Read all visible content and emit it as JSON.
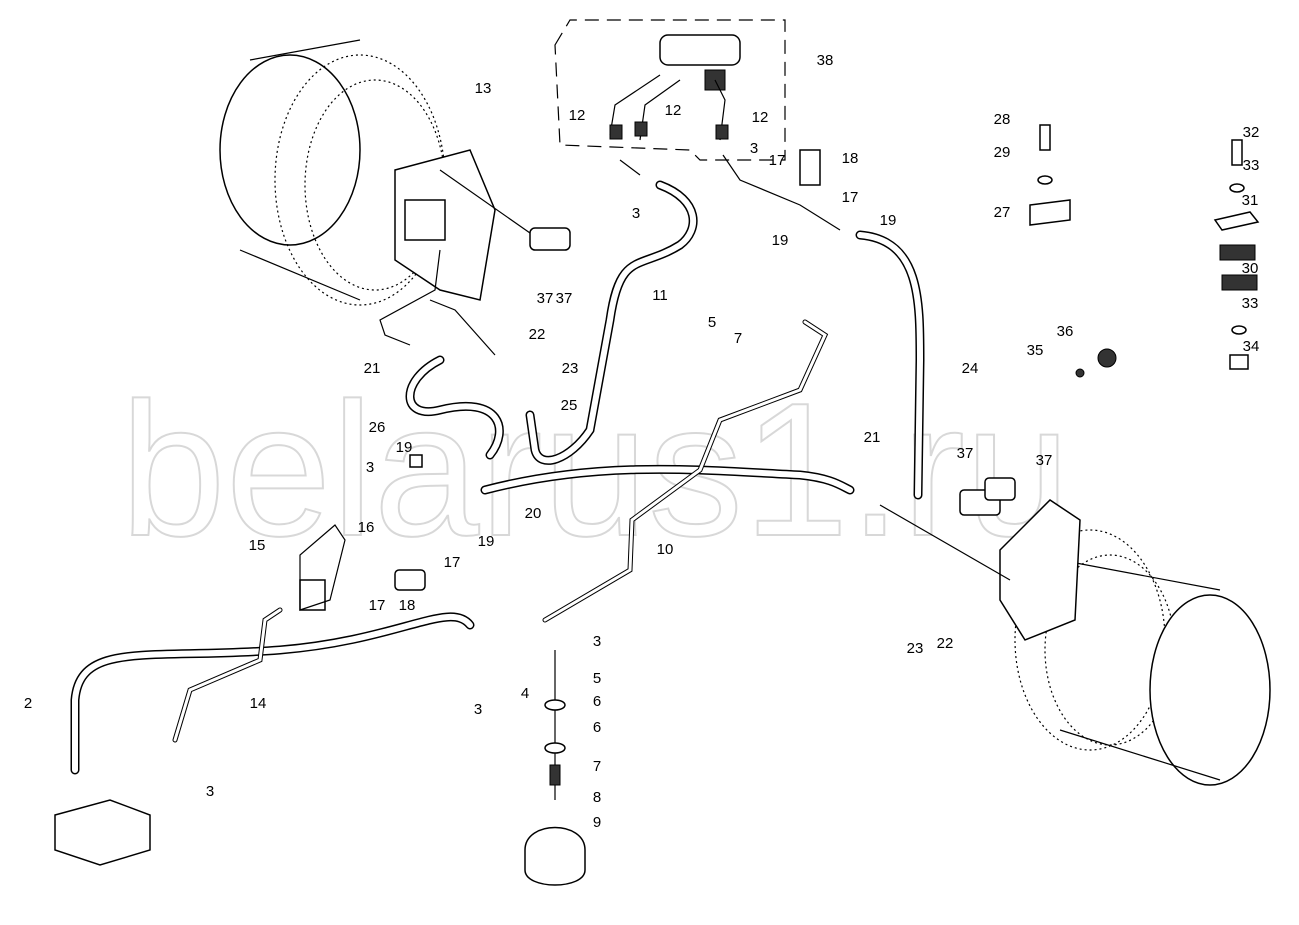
{
  "watermark": "belarus1.ru",
  "callouts": [
    "13",
    "12",
    "12",
    "12",
    "38",
    "3",
    "3",
    "17",
    "18",
    "17",
    "19",
    "19",
    "11",
    "5",
    "7",
    "28",
    "29",
    "27",
    "32",
    "33",
    "31",
    "30",
    "33",
    "34",
    "36",
    "35",
    "37",
    "37",
    "22",
    "21",
    "23",
    "25",
    "26",
    "24",
    "19",
    "3",
    "20",
    "21",
    "37",
    "37",
    "16",
    "17",
    "19",
    "10",
    "15",
    "17",
    "18",
    "3",
    "5",
    "6",
    "6",
    "4",
    "3",
    "14",
    "2",
    "3",
    "7",
    "8",
    "9",
    "23",
    "22"
  ]
}
